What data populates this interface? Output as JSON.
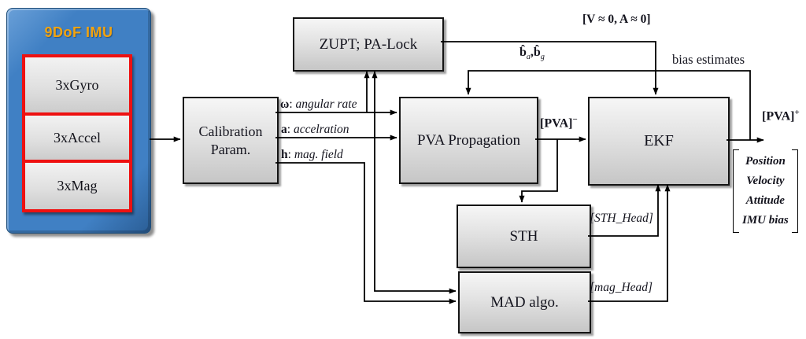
{
  "colors": {
    "imu_blue": "#4080C4",
    "imu_blue_dark": "#2B5E96",
    "imu_title": "#F2A30F",
    "red_frame": "#EE1111",
    "box_top": "#F6F6F6",
    "box_bottom": "#C6C6C6",
    "line": "#000000",
    "text": "#14141E"
  },
  "imu": {
    "title": "9DoF IMU",
    "sensors": [
      "3xGyro",
      "3xAccel",
      "3xMag"
    ]
  },
  "blocks": {
    "calibration": {
      "line1": "Calibration",
      "line2": "Param."
    },
    "zupt": {
      "label": "ZUPT; PA-Lock"
    },
    "pva": {
      "label": "PVA Propagation"
    },
    "ekf": {
      "label": "EKF"
    },
    "sth": {
      "label": "STH"
    },
    "mad": {
      "label": "MAD algo."
    }
  },
  "signals": {
    "omega": {
      "symbol": "ω",
      "sep": ": ",
      "desc": "angular rate"
    },
    "accel": {
      "symbol": "a",
      "sep": ": ",
      "desc": "accelration"
    },
    "mag": {
      "symbol": "h",
      "sep": ": ",
      "desc": "mag. field"
    },
    "pva_minus": {
      "base": "[PVA]",
      "sup": "−"
    },
    "pva_plus": {
      "base": "[PVA]",
      "sup": "+"
    },
    "zupt_flag": "[V ≈ 0, A ≈ 0]",
    "bias_hat": {
      "b1": "b̂",
      "sub1": "a",
      "comma": ",",
      "b2": "b̂",
      "sub2": "g"
    },
    "bias_estimates": "bias estimates",
    "sth_head": "[STH_Head]",
    "mag_head": "[mag_Head]"
  },
  "output_matrix": {
    "items": [
      "Position",
      "Velocity",
      "Attitude",
      "IMU bias"
    ]
  }
}
